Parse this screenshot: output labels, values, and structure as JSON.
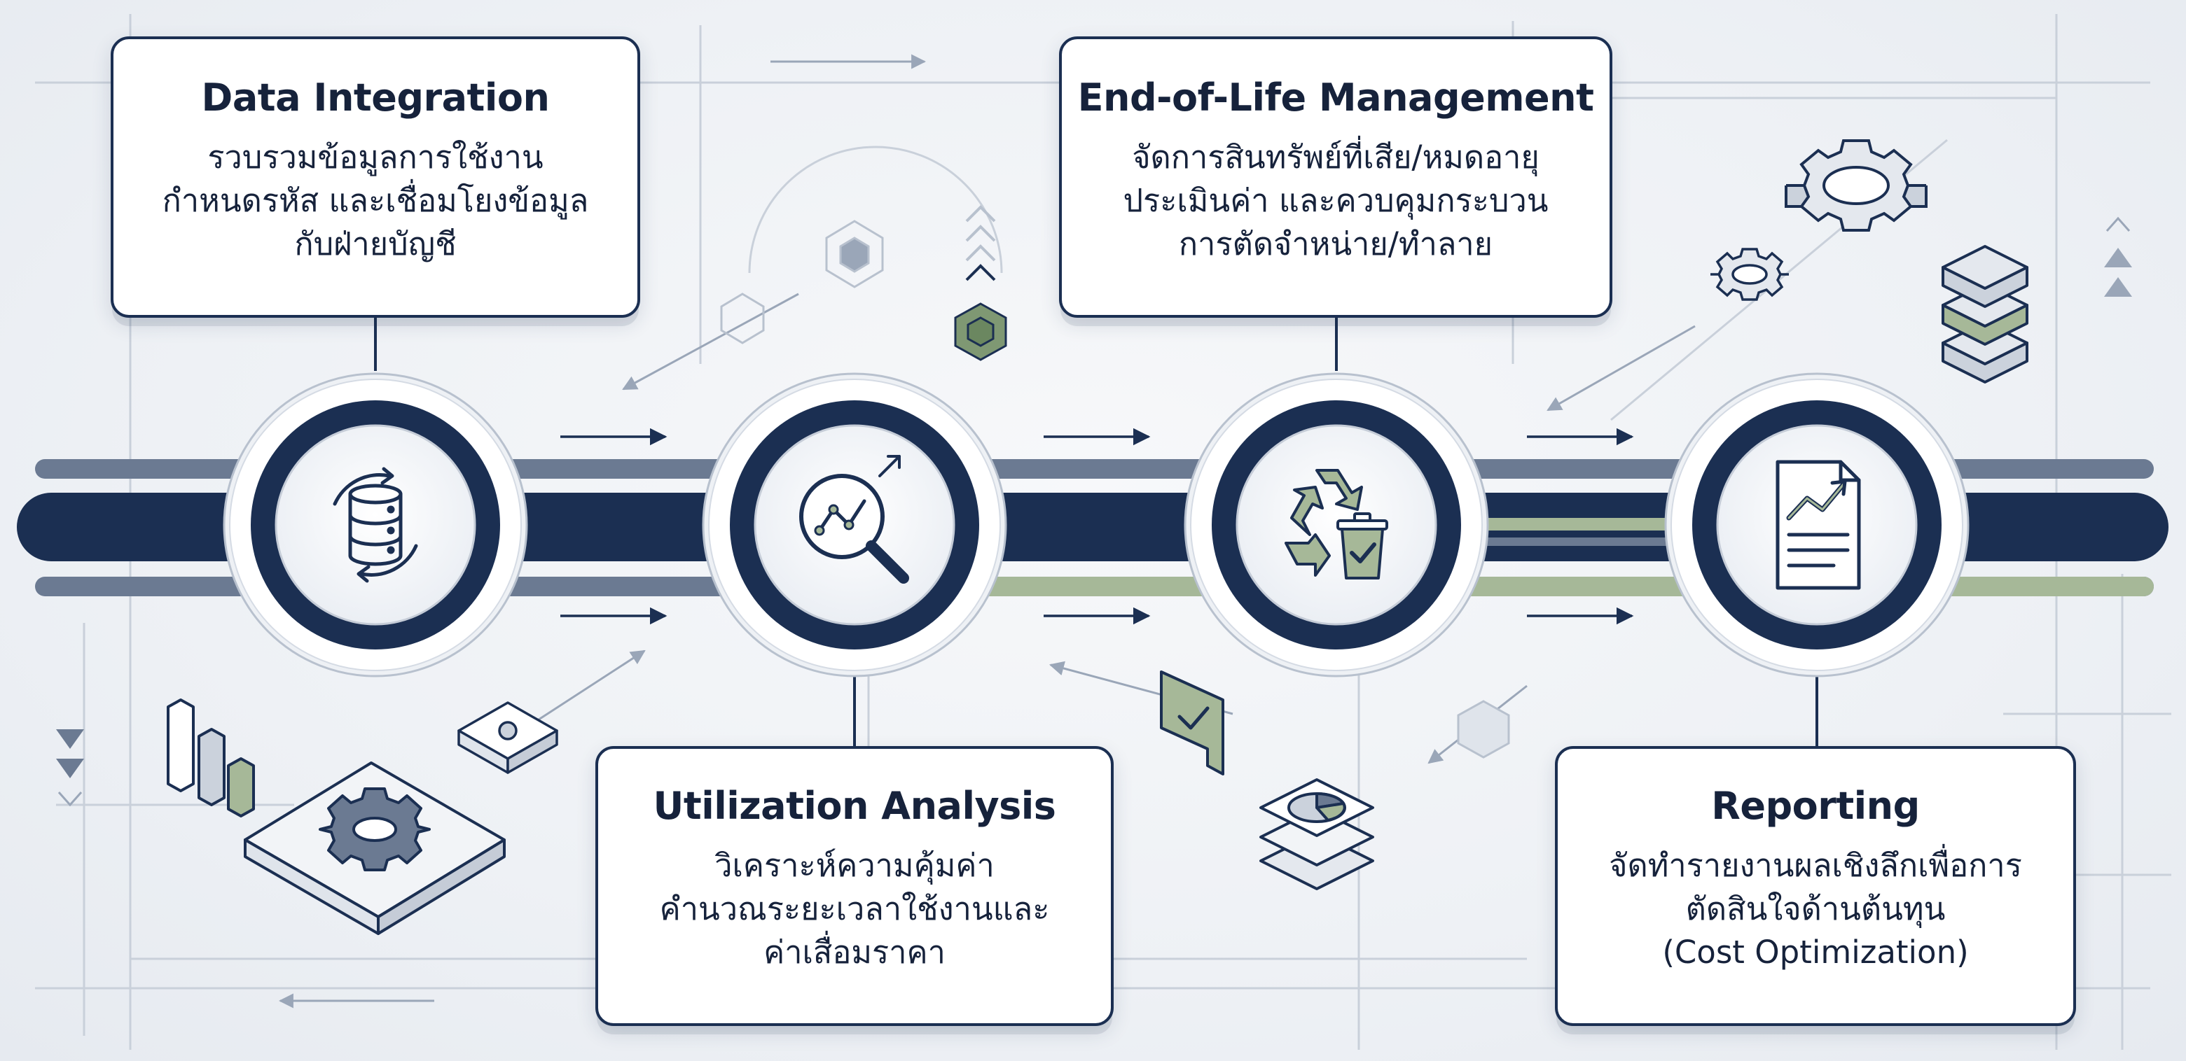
{
  "colors": {
    "navy": "#1b2f52",
    "slate": "#6b7a92",
    "sage": "#a6b898",
    "sage_dark": "#7f9873",
    "card_bg": "#ffffff",
    "background": "#eef1f5"
  },
  "stages": [
    {
      "title": "Data Integration",
      "lines": [
        "รวบรวมข้อมูลการใช้งาน",
        "กำหนดรหัส และเชื่อมโยงข้อมูล",
        "กับฝ่ายบัญชี"
      ],
      "icon": "database-sync-icon"
    },
    {
      "title": "Utilization Analysis",
      "lines": [
        "วิเคราะห์ความคุ้มค่า",
        "คำนวณระยะเวลาใช้งานและ",
        "ค่าเสื่อมราคา"
      ],
      "icon": "magnifier-analytics-icon"
    },
    {
      "title": "End-of-Life Management",
      "lines": [
        "จัดการสินทรัพย์ที่เสีย/หมดอายุ",
        "ประเมินค่า และควบคุมกระบวน",
        "การตัดจำหน่าย/ทำลาย"
      ],
      "icon": "recycle-bin-icon"
    },
    {
      "title": "Reporting",
      "lines": [
        "จัดทำรายงานผลเชิงลึกเพื่อการ",
        "ตัดสินใจด้านต้นทุน",
        "(Cost Optimization)"
      ],
      "icon": "report-chart-icon"
    }
  ],
  "decorations": [
    "gear-icon",
    "server-stack-icon",
    "bar-chart-icon",
    "hexagon-icon",
    "chat-check-icon",
    "pie-layers-icon",
    "triangle-arrow-icon"
  ]
}
